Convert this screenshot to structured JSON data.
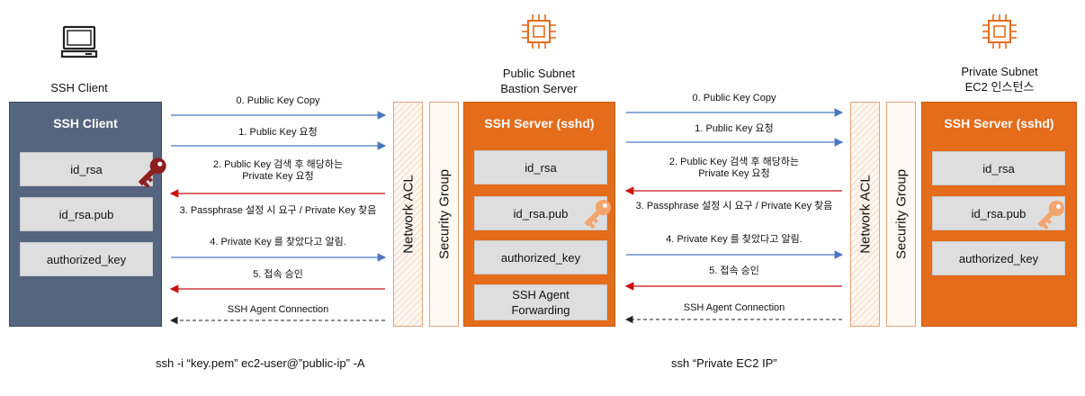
{
  "client": {
    "top_label": "SSH Client",
    "panel_title": "SSH Client",
    "items": [
      "id_rsa",
      "id_rsa.pub",
      "authorized_key"
    ],
    "command": "ssh -i “key.pem” ec2-user@”public-ip” -A"
  },
  "bastion": {
    "label_line1": "Public Subnet",
    "label_line2": "Bastion Server",
    "panel_title": "SSH Server (sshd)",
    "items": [
      "id_rsa",
      "id_rsa.pub",
      "authorized_key"
    ],
    "agent_line1": "SSH Agent",
    "agent_line2": "Forwarding",
    "command": "ssh “Private EC2 IP”"
  },
  "private": {
    "label_line1": "Private Subnet",
    "label_line2": "EC2 인스턴스",
    "panel_title": "SSH Server (sshd)",
    "items": [
      "id_rsa",
      "id_rsa.pub",
      "authorized_key"
    ]
  },
  "barriers": {
    "nacl": "Network ACL",
    "sg": "Security Group"
  },
  "messages": {
    "m0": "0. Public Key Copy",
    "m1": "1. Public Key 요청",
    "m2_line1": "2. Public Key 검색 후 해당하는",
    "m2_line2": "Private Key 요청",
    "m3": "3. Passphrase 설정 시 요구 / Private Key 찾음",
    "m4": "4. Private Key 를 찾았다고 알림.",
    "m5": "5. 접속 승인",
    "agent": "SSH Agent Connection"
  },
  "colors": {
    "client_panel": "#56657f",
    "server_panel": "#e46c1b",
    "request_arrow": "#4a78c2",
    "response_arrow": "#cc1111",
    "agent_arrow": "#222222",
    "key_dark": "#8e1f1f",
    "key_light": "#f2a56f"
  },
  "icons": [
    "laptop-icon",
    "chip-icon",
    "key-icon"
  ]
}
